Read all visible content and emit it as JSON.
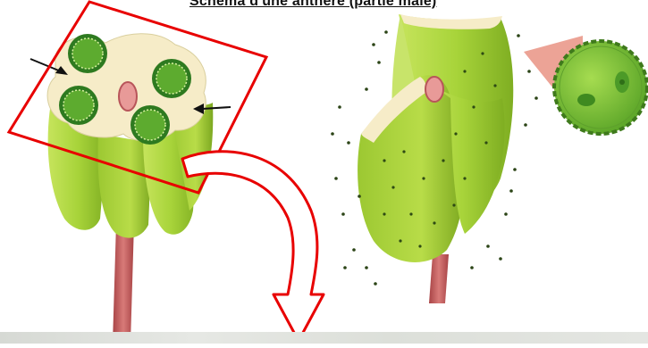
{
  "title": "Schema d'une anthère (partie mâle)",
  "colors": {
    "pollen_sac_green": "#a8d43a",
    "pollen_sac_dark": "#6f9e1e",
    "cross_section_cream": "#f6ecc8",
    "locule_green": "#5dab2f",
    "filament_red": "#c0585a",
    "highlight_box_red": "#e80000",
    "arrow_black": "#111111",
    "pollen_grain_green": "#7cc23b"
  },
  "icons": {
    "highlight_box": "red-rectangle-outline",
    "curved_arrow": "red-curved-arrow-down",
    "pointer_arrows": "black-arrow"
  }
}
